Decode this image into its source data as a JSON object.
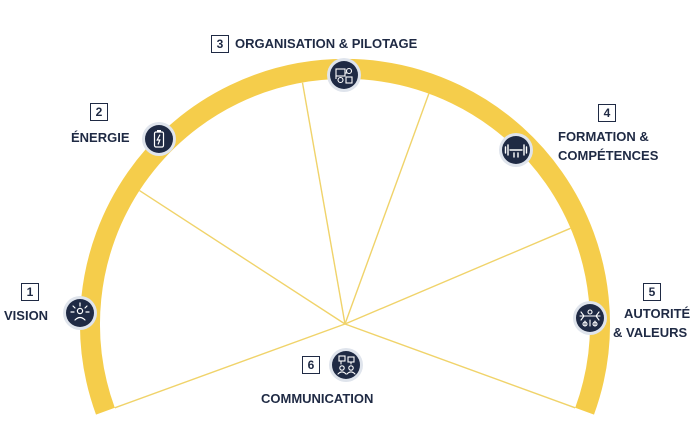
{
  "colors": {
    "arc": "#f5cd4b",
    "spoke": "#f0d36a",
    "icon_bg": "#1f2a44",
    "icon_ring": "#dfe4ec",
    "text": "#1f2a44"
  },
  "sections": [
    {
      "number": "1",
      "label_lines": [
        "VISION"
      ],
      "icon": "vision-icon"
    },
    {
      "number": "2",
      "label_lines": [
        "ÉNERGIE"
      ],
      "icon": "battery-icon"
    },
    {
      "number": "3",
      "label_lines": [
        "ORGANISATION & PILOTAGE"
      ],
      "icon": "organisation-icon"
    },
    {
      "number": "4",
      "label_lines": [
        "FORMATION &",
        "COMPÉTENCES"
      ],
      "icon": "dumbbell-icon"
    },
    {
      "number": "5",
      "label_lines": [
        "AUTORITÉ",
        "& VALEURS"
      ],
      "icon": "authority-icon"
    },
    {
      "number": "6",
      "label_lines": [
        "COMMUNICATION"
      ],
      "icon": "communication-icon"
    }
  ]
}
